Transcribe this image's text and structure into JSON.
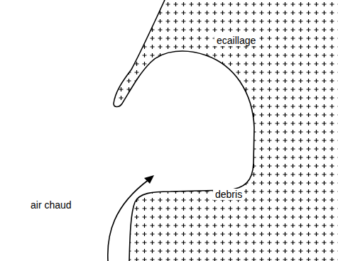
{
  "diagram": {
    "labels": [
      "ecaillage",
      "debris",
      "air chaud"
    ]
  }
}
